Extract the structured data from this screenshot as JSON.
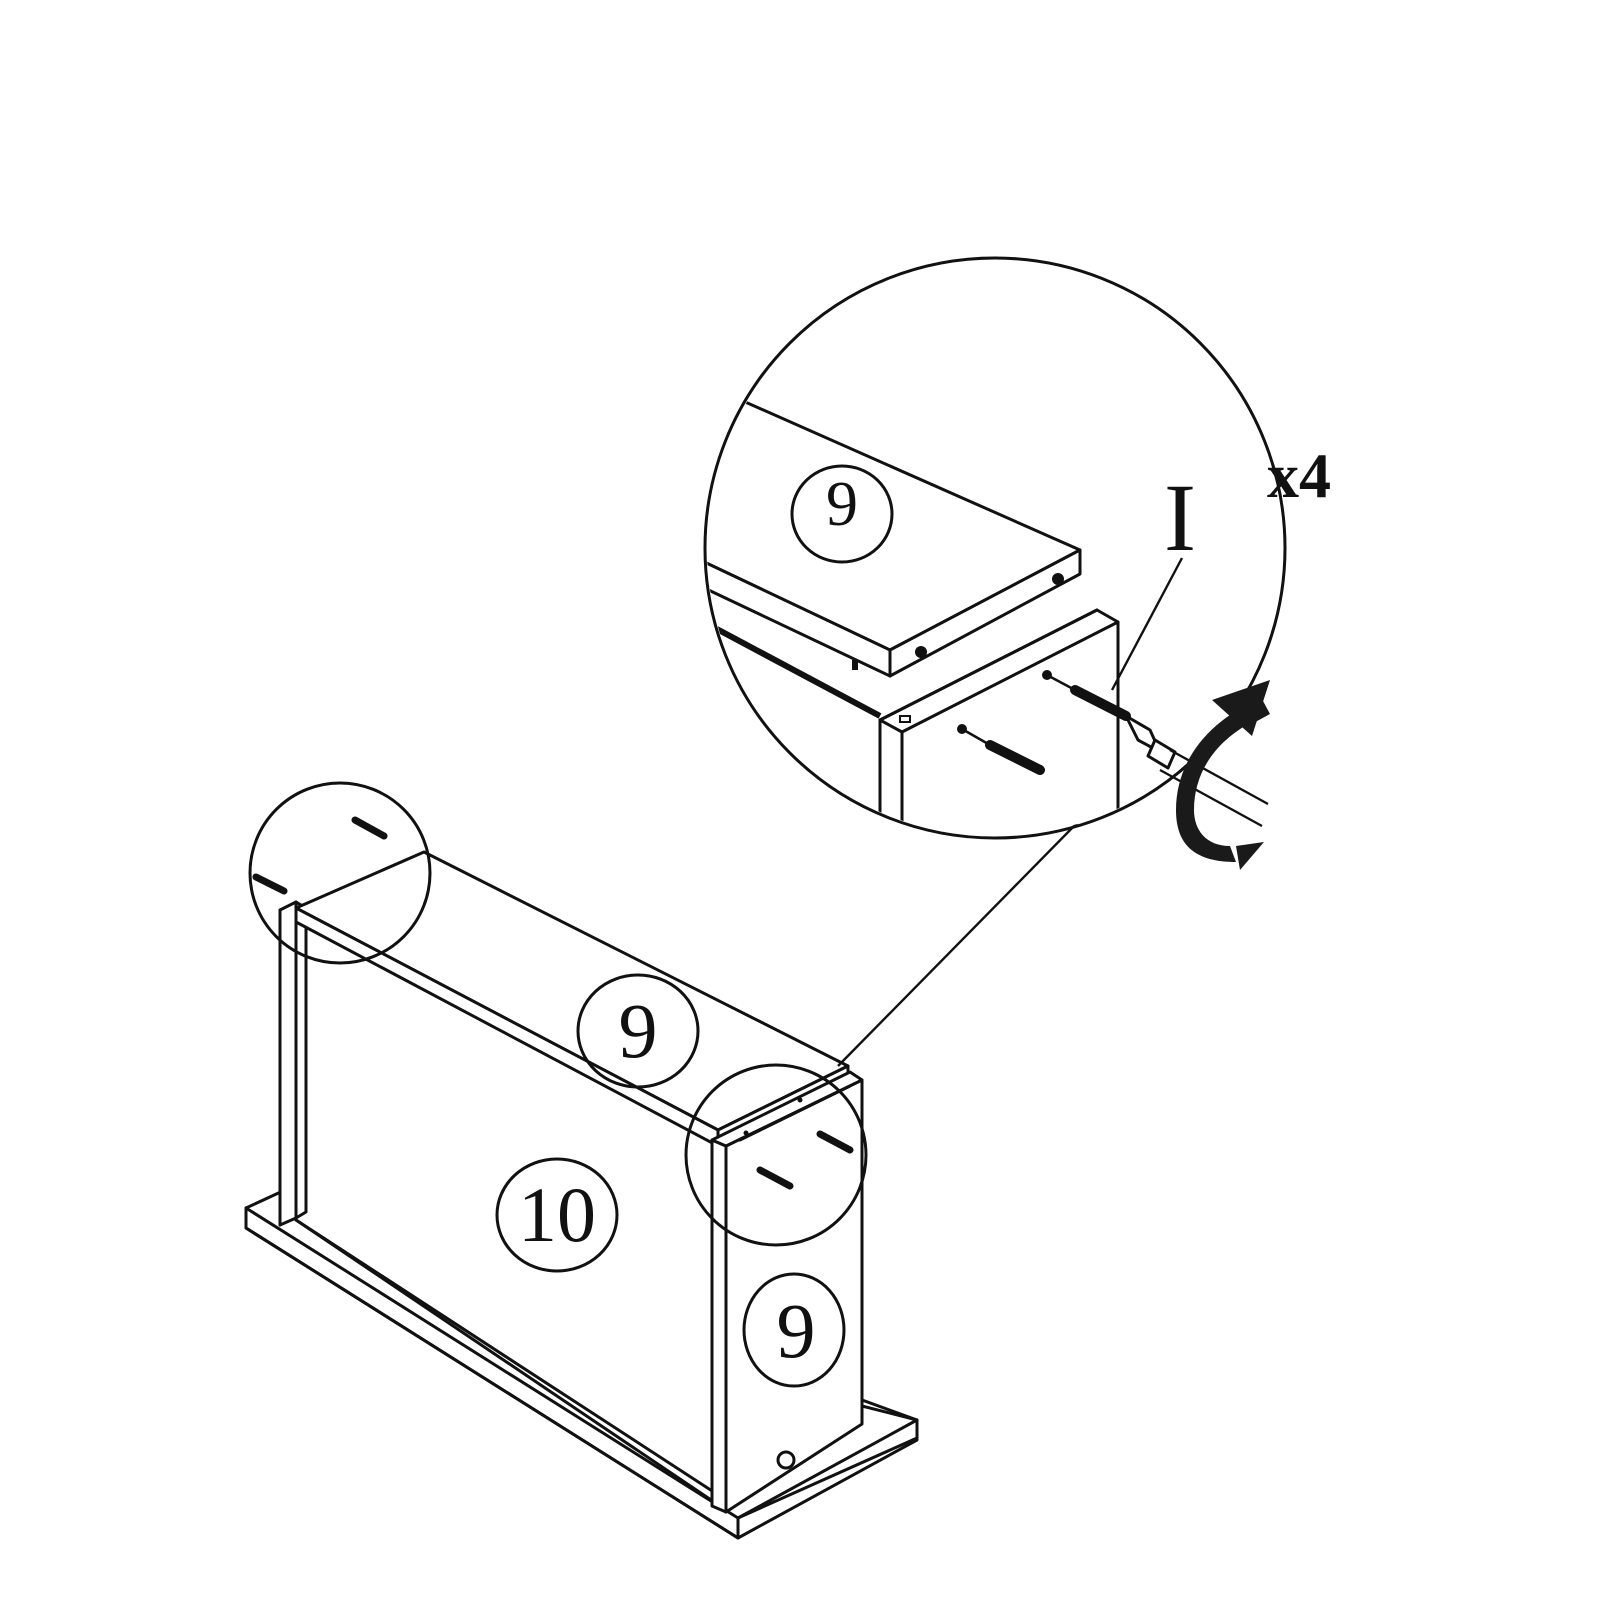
{
  "diagram": {
    "type": "furniture-assembly-step",
    "parts": {
      "top_panel": {
        "label": "9"
      },
      "back_panel": {
        "label": "10"
      },
      "side_panel": {
        "label": "9"
      },
      "detail_panel": {
        "label": "9"
      }
    },
    "hardware": {
      "id": "I",
      "quantity": "x4"
    },
    "detail_callout": {
      "description": "magnified view of screw joint",
      "tool": "screwdriver",
      "action": "rotate-clockwise-arrow"
    },
    "highlight_circles": [
      "top-left-joint",
      "top-right-joint"
    ],
    "colors": {
      "line": "#111111",
      "background": "#ffffff"
    }
  }
}
